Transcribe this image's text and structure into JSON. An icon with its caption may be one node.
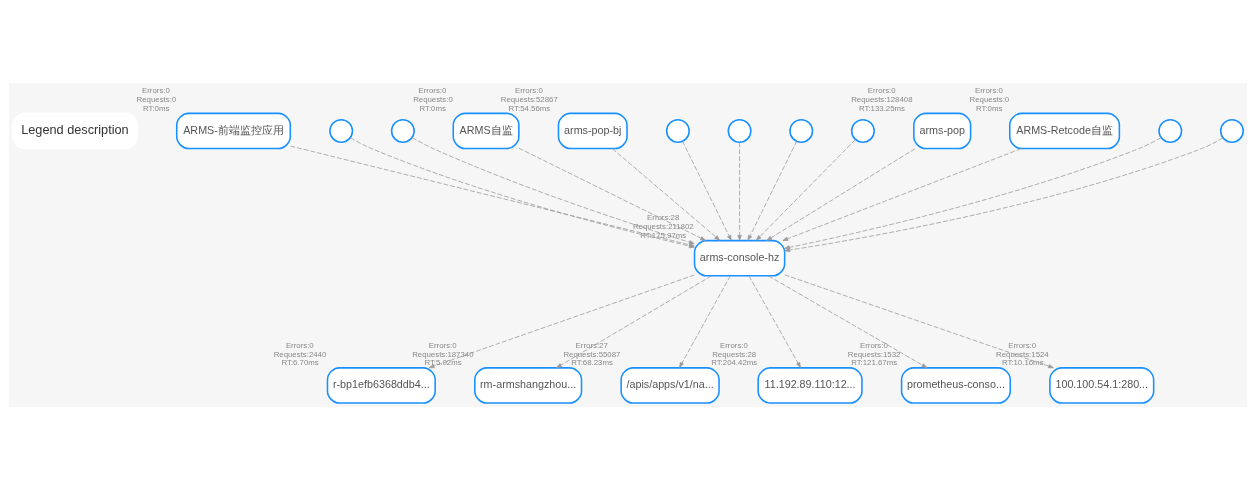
{
  "diagram": {
    "nodes": [
      {
        "text": [
          "ARMS-前端监控应用"
        ],
        "beside": [
          "Errors:0",
          "Requests:0",
          "RT:0ms"
        ]
      },
      {
        "text": [],
        "shape": "circle"
      },
      {
        "text": [],
        "shape": "circle"
      },
      {
        "text": [
          "ARMS自监"
        ],
        "beside": [
          "Errors:0",
          "Requests:0",
          "RT:0ms"
        ]
      },
      {
        "text": [
          "arms-pop-bj"
        ],
        "beside": [
          "Errors:0",
          "Requests:52867",
          "RT:54.56ms"
        ]
      },
      {
        "text": [],
        "shape": "circle"
      },
      {
        "text": [],
        "shape": "circle"
      },
      {
        "text": [],
        "shape": "circle"
      },
      {
        "text": [],
        "shape": "circle"
      },
      {
        "text": [
          "arms-pop"
        ],
        "beside": [
          "Errors:0",
          "Requests:128408",
          "RT:133.25ms"
        ]
      },
      {
        "text": [
          "ARMS-Retcode自监"
        ],
        "beside": [
          "Errors:0",
          "Requests:0",
          "RT:0ms"
        ]
      },
      {
        "text": [],
        "shape": "circle"
      },
      {
        "text": [],
        "shape": "circle"
      },
      {
        "text": [
          "arms-console-hz"
        ],
        "beside": [
          "Errors:28",
          "Requests:211802",
          "RT:175.97ms"
        ]
      },
      {
        "text": [
          "r-bp1efb6368ddb4..."
        ],
        "beside": [
          "Errors:0",
          "Requests:2440",
          "RT:6.70ms"
        ]
      },
      {
        "text": [
          "rm-armshangzhou..."
        ],
        "beside": [
          "Errors:0",
          "Requests:187340",
          "RT:5.02ms"
        ]
      },
      {
        "text": [
          "/apis/apps/v1/na..."
        ],
        "beside": [
          "Errors:27",
          "Requests:55087",
          "RT:68.23ms"
        ]
      },
      {
        "text": [
          "11.192.89.110:12..."
        ],
        "beside": [
          "Errors:0",
          "Requests:28",
          "RT:204.42ms"
        ]
      },
      {
        "text": [
          "prometheus-conso..."
        ],
        "beside": [
          "Errors:0",
          "Requests:1532",
          "RT:121.67ms"
        ]
      },
      {
        "text": [
          "100.100.54.1:280..."
        ],
        "beside": [
          "Errors:0",
          "Requests:1524",
          "RT:10.16ms"
        ]
      }
    ],
    "edges": [
      {
        "from": 0,
        "to": 13,
        "arrow": "to",
        "style": "dashed"
      },
      {
        "from": 1,
        "to": 13,
        "arrow": "to",
        "style": "dashed"
      },
      {
        "from": 2,
        "to": 13,
        "arrow": "to",
        "style": "dashed"
      },
      {
        "from": 3,
        "to": 13,
        "arrow": "to",
        "style": "dashed"
      },
      {
        "from": 4,
        "to": 13,
        "arrow": "to",
        "style": "dashed"
      },
      {
        "from": 5,
        "to": 13,
        "arrow": "to",
        "style": "dashed"
      },
      {
        "from": 6,
        "to": 13,
        "arrow": "to",
        "style": "dashed"
      },
      {
        "from": 7,
        "to": 13,
        "arrow": "to",
        "style": "dashed"
      },
      {
        "from": 8,
        "to": 13,
        "arrow": "to",
        "style": "dashed"
      },
      {
        "from": 9,
        "to": 13,
        "arrow": "to",
        "style": "dashed"
      },
      {
        "from": 10,
        "to": 13,
        "arrow": "to",
        "style": "dashed"
      },
      {
        "from": 11,
        "to": 13,
        "arrow": "to",
        "style": "dashed"
      },
      {
        "from": 12,
        "to": 13,
        "arrow": "to",
        "style": "dashed"
      },
      {
        "from": 13,
        "to": 14,
        "arrow": "to",
        "style": "dashed"
      },
      {
        "from": 13,
        "to": 15,
        "arrow": "to",
        "style": "dashed"
      },
      {
        "from": 13,
        "to": 16,
        "arrow": "to",
        "style": "dashed"
      },
      {
        "from": 13,
        "to": 17,
        "arrow": "to",
        "style": "dashed"
      },
      {
        "from": 13,
        "to": 18,
        "arrow": "to",
        "style": "dashed"
      },
      {
        "from": 13,
        "to": 19,
        "arrow": "to",
        "style": "dashed"
      }
    ],
    "labels": [
      "Legend description"
    ]
  }
}
